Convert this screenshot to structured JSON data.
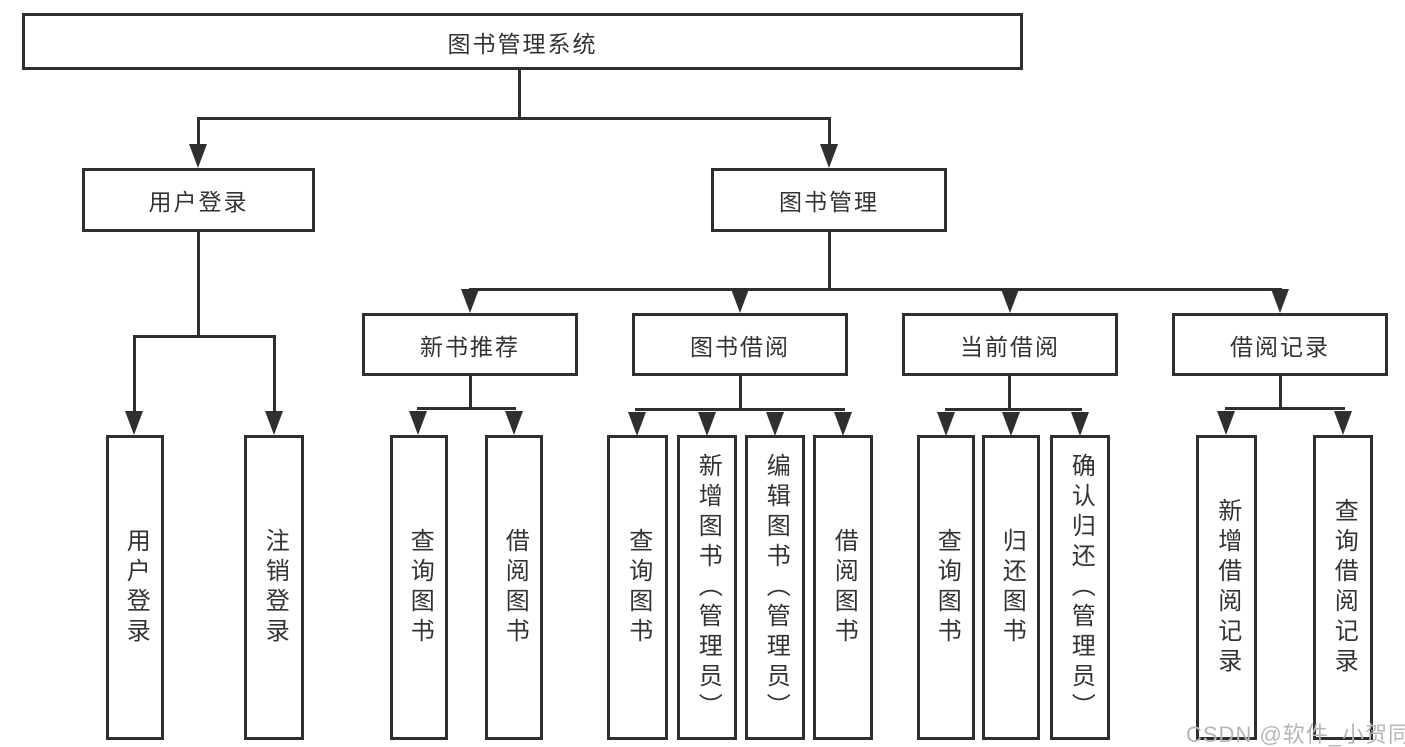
{
  "tree": {
    "root": {
      "label": "图书管理系统"
    },
    "branches": [
      {
        "label": "用户登录",
        "children": [
          {
            "label": "用户登录"
          },
          {
            "label": "注销登录"
          }
        ]
      },
      {
        "label": "图书管理",
        "children": [
          {
            "label": "新书推荐",
            "children": [
              {
                "label": "查询图书"
              },
              {
                "label": "借阅图书"
              }
            ]
          },
          {
            "label": "图书借阅",
            "children": [
              {
                "label": "查询图书"
              },
              {
                "label": "新增图书（管理员）"
              },
              {
                "label": "编辑图书（管理员）"
              },
              {
                "label": "借阅图书"
              }
            ]
          },
          {
            "label": "当前借阅",
            "children": [
              {
                "label": "查询图书"
              },
              {
                "label": "归还图书"
              },
              {
                "label": "确认归还（管理员）"
              }
            ]
          },
          {
            "label": "借阅记录",
            "children": [
              {
                "label": "新增借阅记录"
              },
              {
                "label": "查询借阅记录"
              }
            ]
          }
        ]
      }
    ]
  },
  "watermark": {
    "text": "CSDN @软件_小贺同学"
  },
  "colors": {
    "line": "#2f2f2f",
    "text": "#333333",
    "background": "#ffffff",
    "watermark": "#b6b6b6"
  }
}
